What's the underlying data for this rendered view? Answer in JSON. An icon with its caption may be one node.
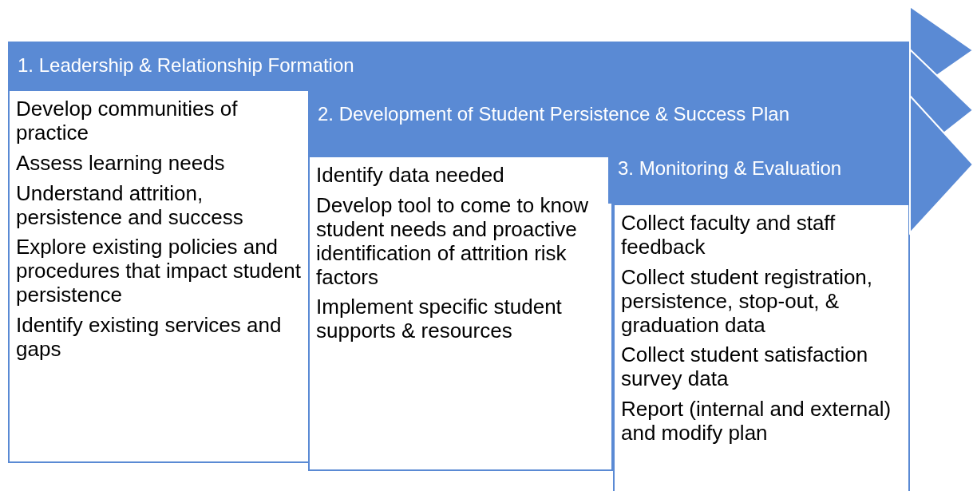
{
  "diagram": {
    "nodes": [
      {
        "text": [
          "1. Leadership & Relationship Formation"
        ]
      },
      {
        "text": [
          "Develop communities of practice",
          "Assess learning needs",
          "Understand attrition, persistence and success",
          "Explore existing policies and procedures that impact student persistence",
          "Identify existing services and gaps"
        ]
      },
      {
        "text": [
          "2. Development of Student Persistence & Success Plan"
        ]
      },
      {
        "text": [
          "Identify data needed",
          "Develop tool to come to know student needs and proactive identification of attrition risk factors",
          "Implement specific student supports & resources"
        ]
      },
      {
        "text": [
          "3. Monitoring & Evaluation"
        ]
      },
      {
        "text": [
          "Collect faculty and staff feedback",
          "Collect student registration, persistence, stop-out, & graduation data",
          "Collect student satisfaction survey data",
          "Report (internal and external) and modify plan"
        ]
      }
    ]
  }
}
